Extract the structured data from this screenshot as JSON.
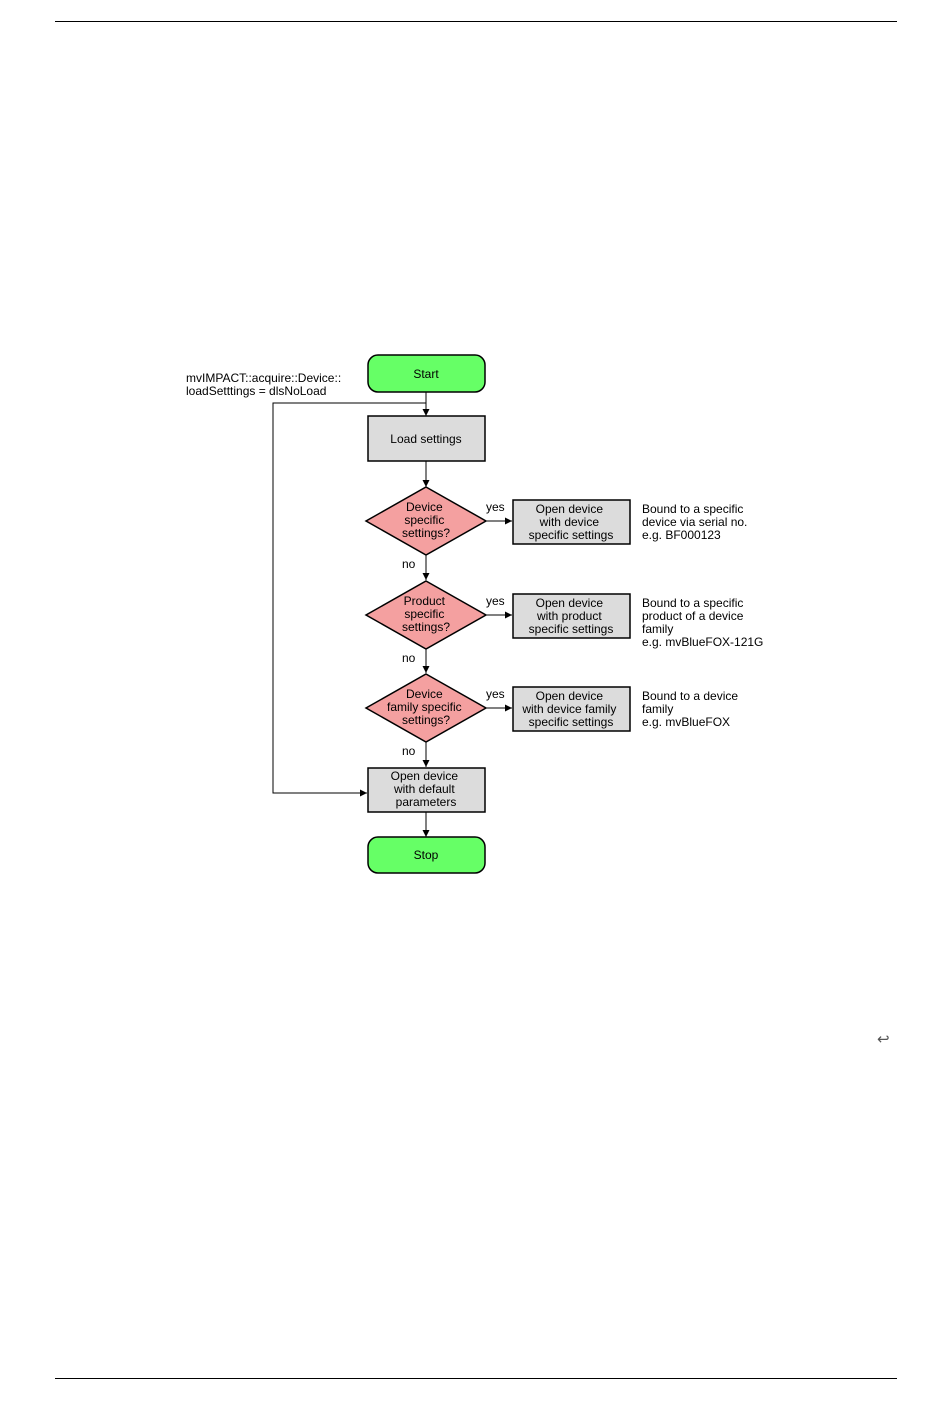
{
  "flowchart": {
    "start": "Start",
    "stop": "Stop",
    "bypass_note": [
      "mvIMPACT::acquire::Device::",
      "loadSetttings = dlsNoLoad"
    ],
    "load_settings": "Load settings",
    "decisions": [
      {
        "question": [
          "Device",
          "specific",
          "settings?"
        ],
        "yes_label": "yes",
        "no_label": "no",
        "action": [
          "Open device",
          "with device",
          "specific settings"
        ],
        "note": [
          "Bound to a specific",
          "device via serial no.",
          "e.g. BF000123"
        ]
      },
      {
        "question": [
          "Product",
          "specific",
          "settings?"
        ],
        "yes_label": "yes",
        "no_label": "no",
        "action": [
          "Open device",
          "with product",
          "specific settings"
        ],
        "note": [
          "Bound to a specific",
          "product of a device",
          "family",
          "e.g. mvBlueFOX-121G"
        ]
      },
      {
        "question": [
          "Device",
          "family specific",
          "settings?"
        ],
        "yes_label": "yes",
        "no_label": "no",
        "action": [
          "Open device",
          "with device family",
          "specific settings"
        ],
        "note": [
          "Bound to a device",
          "family",
          "e.g. mvBlueFOX"
        ]
      }
    ],
    "default_box": [
      "Open device",
      "with default",
      "parameters"
    ]
  },
  "colors": {
    "terminal_fill": "#66ff66",
    "decision_fill": "#f4a0a0",
    "process_fill": "#dcdcdc",
    "line": "#000000"
  },
  "page": {
    "return_icon": "return-arrow-icon",
    "return_glyph": "↩"
  }
}
